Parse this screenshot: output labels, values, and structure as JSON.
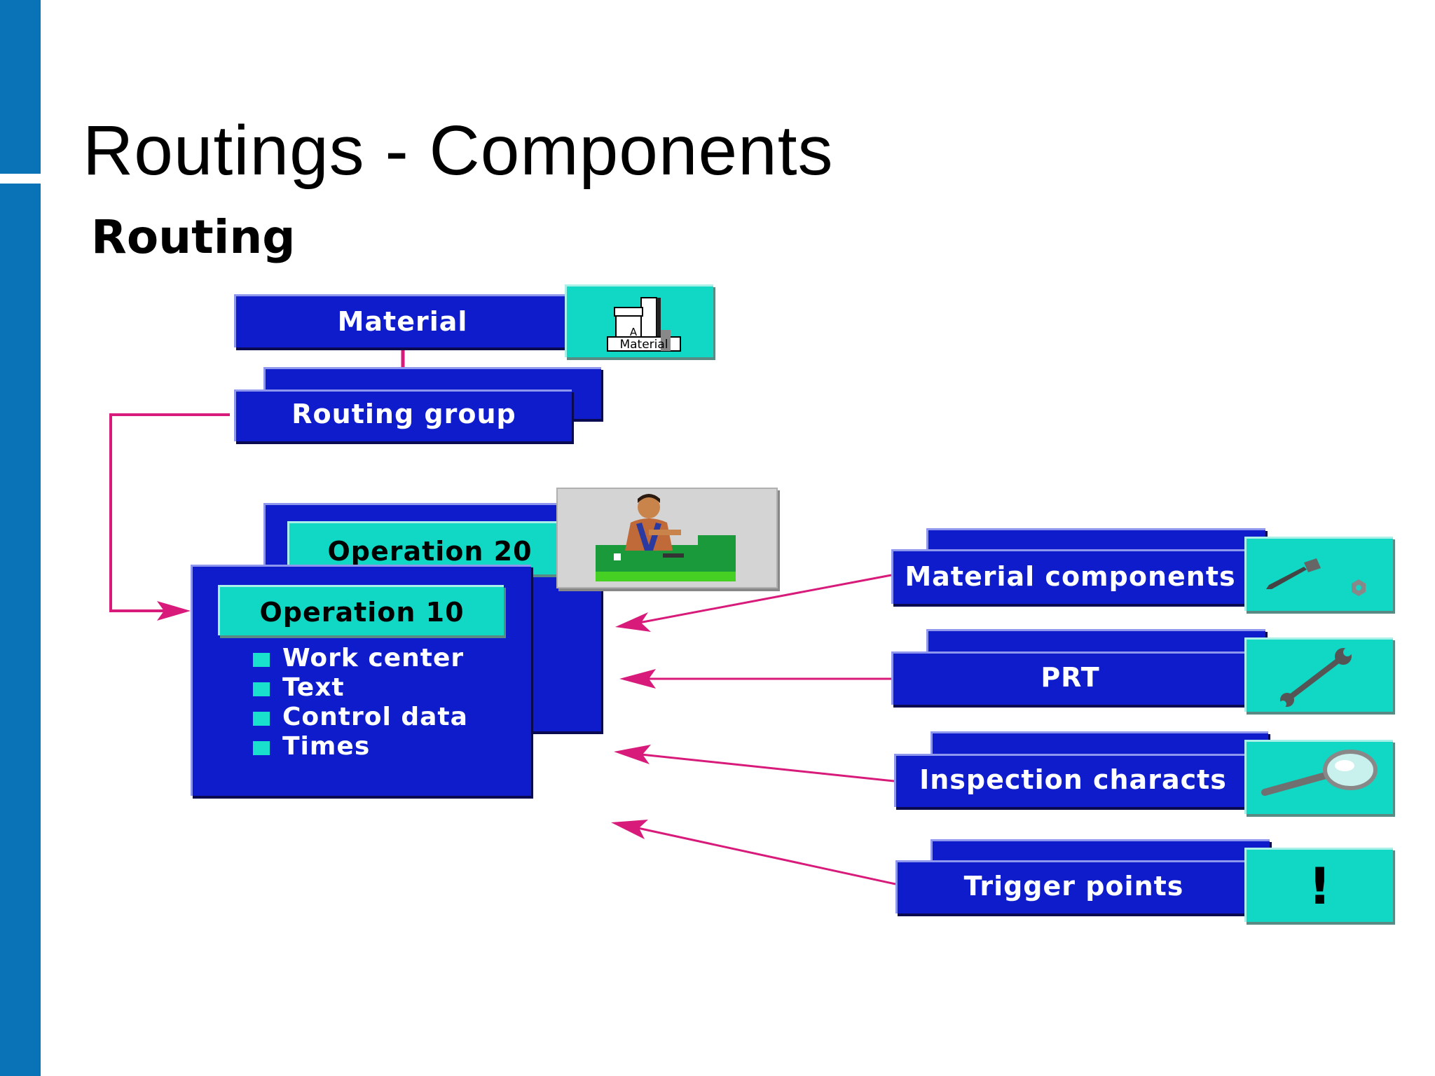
{
  "slide": {
    "title": "Routings - Components",
    "subtitle": "Routing"
  },
  "material": {
    "label": "Material",
    "icon_label_top": "A",
    "icon_label": "Material",
    "icon": "material-stack-icon"
  },
  "routing_group": {
    "label": "Routing group"
  },
  "operation20": {
    "label": "Operation 20",
    "icon": "worker-assembly-icon"
  },
  "operation10": {
    "label": "Operation 10",
    "items": [
      "Work center",
      "Text",
      "Control data",
      "Times"
    ]
  },
  "components": [
    {
      "label": "Material components",
      "icon": "screw-nut-icon"
    },
    {
      "label": "PRT",
      "icon": "wrench-icon"
    },
    {
      "label": "Inspection characts",
      "icon": "magnifier-icon"
    },
    {
      "label": "Trigger points",
      "icon": "exclamation-icon",
      "icon_text": "!"
    }
  ],
  "colors": {
    "side_bar": "#0a72b6",
    "box_blue": "#0e1ccc",
    "box_teal": "#10d8c4",
    "connector": "#d81b7a"
  }
}
